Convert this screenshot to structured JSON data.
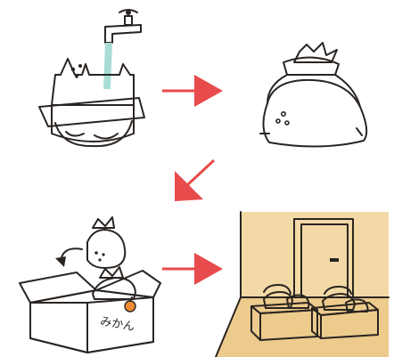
{
  "colors": {
    "water": "#a8ddd4",
    "water_dark": "#8fcdc3",
    "arrow": "#e84b4b",
    "cardboard": "#b5886a",
    "cardboard_dark": "#9a6e52",
    "wall": "#f3d9a6",
    "wall_light": "#f7e3b8",
    "floor": "#eccb8c",
    "door": "#ffffff",
    "outline": "#2a2522",
    "orange": "#f08a34"
  },
  "steps": [
    {
      "id": "fill-bag-from-faucet",
      "icon": "faucet-icon"
    },
    {
      "id": "tie-water-bag",
      "icon": "water-bag-icon"
    },
    {
      "id": "pack-bags-in-box",
      "icon": "cardboard-box-icon"
    },
    {
      "id": "place-boxes-by-door",
      "icon": "door-icon"
    }
  ],
  "arrows": [
    {
      "from": "fill-bag-from-faucet",
      "to": "tie-water-bag",
      "direction": "right"
    },
    {
      "from": "tie-water-bag",
      "to": "pack-bags-in-box",
      "direction": "down-left"
    },
    {
      "from": "pack-bags-in-box",
      "to": "place-boxes-by-door",
      "direction": "right"
    }
  ],
  "box_label": "みかん"
}
